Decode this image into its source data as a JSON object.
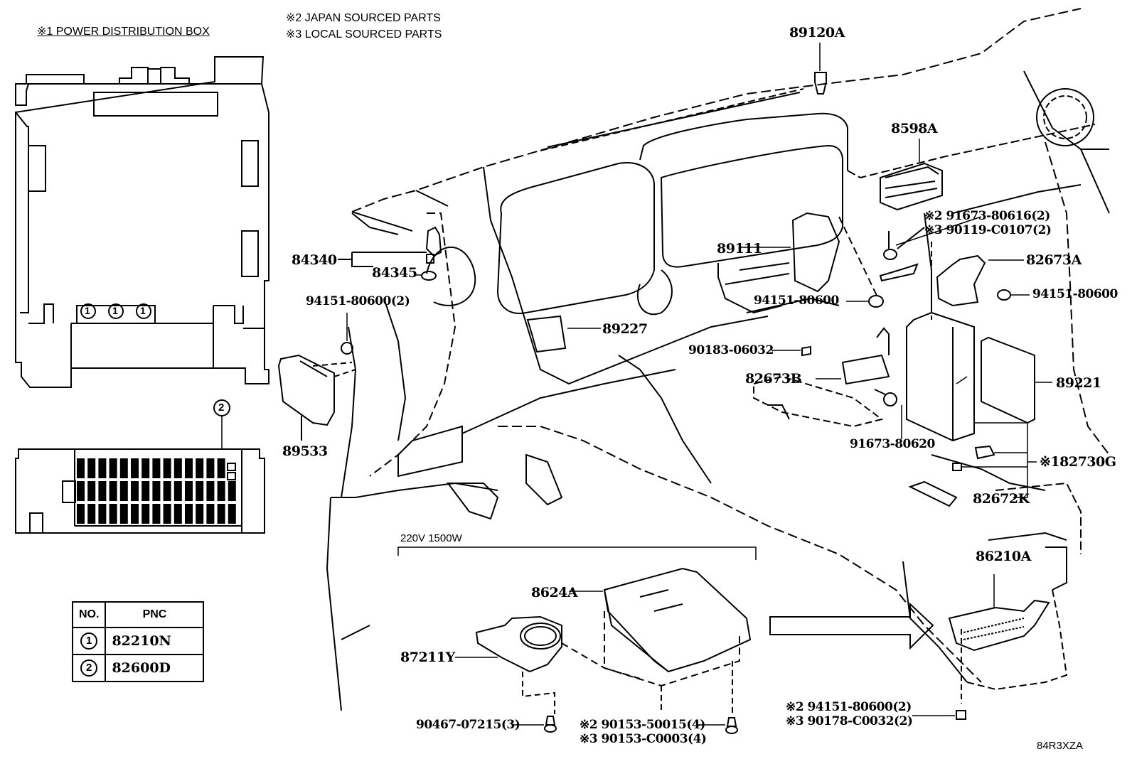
{
  "notes": {
    "power_distribution_box": "※1  POWER DISTRIBUTION BOX",
    "japan_sourced": "※2 JAPAN SOURCED PARTS",
    "local_sourced": "※3 LOCAL SOURCED PARTS"
  },
  "inverter_group": {
    "rating": "220V 1500W"
  },
  "callouts": {
    "c89120A": "89120A",
    "c8598A": "8598A",
    "c91673_80616": "※2 91673-80616(2)",
    "c90119_C0107": "※3 90119-C0107(2)",
    "c82673A": "82673A",
    "c94151_80600_right": "94151-80600",
    "c89111": "89111",
    "c94151_80600_mid": "94151-80600",
    "c90183_06032": "90183-06032",
    "c82673B": "82673B",
    "c89221": "89221",
    "c91673_80620": "91673-80620",
    "c182730G": "※182730G",
    "c82672K": "82672K",
    "c84340": "84340",
    "c84345": "84345",
    "c94151_80600_2": "94151-80600(2)",
    "c89227": "89227",
    "c89533": "89533",
    "c8624A": "8624A",
    "c87211Y": "87211Y",
    "c90467_07215": "90467-07215(3)",
    "c90153_50015": "※2 90153-50015(4)",
    "c90153_C0003": "※3 90153-C0003(4)",
    "c86210A": "86210A",
    "c94151_80600_bottom": "※2 94151-80600(2)",
    "c90178_C0032": "※3 90178-C0032(2)"
  },
  "fuse_markers": {
    "m1": "1",
    "m2": "2"
  },
  "pnc_table": {
    "headers": [
      "NO.",
      "PNC"
    ],
    "rows": [
      {
        "no": "1",
        "pnc": "82210N"
      },
      {
        "no": "2",
        "pnc": "82600D"
      }
    ]
  },
  "illustration_code": "84R3XZA"
}
